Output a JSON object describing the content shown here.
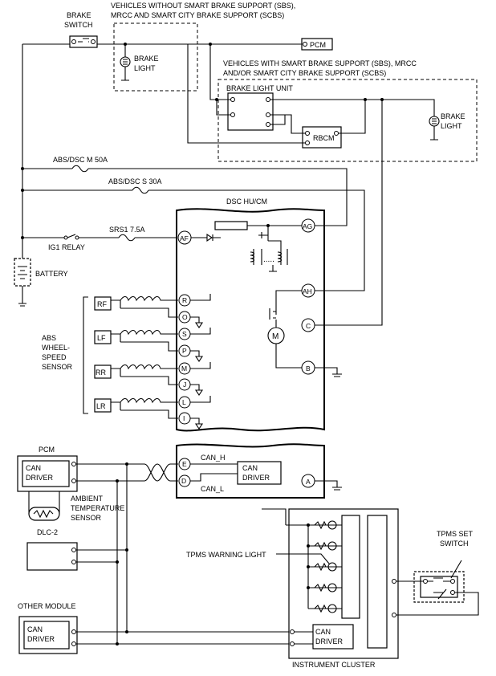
{
  "labels": {
    "brake_switch_1": "BRAKE",
    "brake_switch_2": "SWITCH",
    "no_sbs_1": "VEHICLES WITHOUT SMART BRAKE SUPPORT (SBS),",
    "no_sbs_2": "MRCC AND SMART CITY BRAKE SUPPORT (SCBS)",
    "brake_light_a1": "BRAKE",
    "brake_light_a2": "LIGHT",
    "pcm_top": "PCM",
    "with_sbs_1": "VEHICLES WITH SMART BRAKE SUPPORT (SBS), MRCC",
    "with_sbs_2": "AND/OR SMART CITY BRAKE SUPPORT (SCBS)",
    "brake_light_unit": "BRAKE LIGHT UNIT",
    "brake_light_b1": "BRAKE",
    "brake_light_b2": "LIGHT",
    "rbcm": "RBCM",
    "fuse_m": "ABS/DSC M 50A",
    "fuse_s": "ABS/DSC S 30A",
    "dsc": "DSC HU/CM",
    "srs_fuse": "SRS1 7.5A",
    "ig1": "IG1 RELAY",
    "battery": "BATTERY",
    "abs_1": "ABS",
    "abs_2": "WHEEL-",
    "abs_3": "SPEED",
    "abs_4": "SENSOR",
    "rf": "RF",
    "lf": "LF",
    "rr": "RR",
    "lr": "LR",
    "pin_ag": "AG",
    "pin_af": "AF",
    "pin_ah": "AH",
    "pin_c": "C",
    "pin_b": "B",
    "pin_r": "R",
    "pin_o": "O",
    "pin_s": "S",
    "pin_p": "P",
    "pin_m": "M",
    "pin_j": "J",
    "pin_l": "L",
    "pin_i": "I",
    "pin_e": "E",
    "pin_d": "D",
    "pin_a": "A",
    "motor": "M",
    "pcm_bottom": "PCM",
    "can_1": "CAN",
    "driver_1": "DRIVER",
    "can_h": "CAN_H",
    "can_l": "CAN_L",
    "can_2": "CAN",
    "driver_2": "DRIVER",
    "ambient_1": "AMBIENT",
    "ambient_2": "TEMPERATURE",
    "ambient_3": "SENSOR",
    "dlc": "DLC-2",
    "tpms_warning": "TPMS WARNING LIGHT",
    "tpms_set_1": "TPMS SET",
    "tpms_set_2": "SWITCH",
    "other_module": "OTHER MODULE",
    "can_3": "CAN",
    "driver_3": "DRIVER",
    "can_4": "CAN",
    "driver_4": "DRIVER",
    "instrument_cluster": "INSTRUMENT CLUSTER"
  }
}
